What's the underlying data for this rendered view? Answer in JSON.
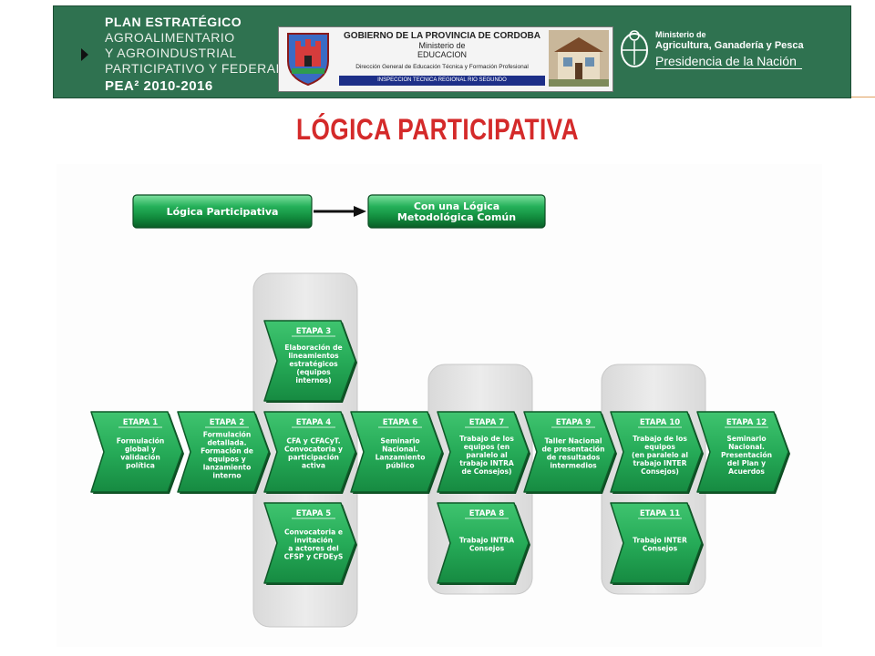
{
  "header": {
    "plan_lines": [
      "PLAN ESTRATÉGICO",
      "AGROALIMENTARIO",
      "Y AGROINDUSTRIAL",
      "PARTICIPATIVO Y FEDERAL",
      "PEA² 2010-2016"
    ],
    "gov_lines": [
      "GOBIERNO DE LA PROVINCIA DE CORDOBA",
      "Ministerio de",
      "EDUCACION",
      "Dirección General de Educación Técnica y Formación Profesional",
      "INSPECCION TECNICA REGIONAL RIO SEGUNDO"
    ],
    "ministry_lines": [
      "Ministerio de",
      "Agricultura, Ganadería y Pesca",
      "Presidencia de la Nación"
    ]
  },
  "title": "LÓGICA PARTICIPATIVA",
  "top_boxes": [
    {
      "lines": [
        "Lógica Participativa"
      ]
    },
    {
      "lines": [
        "Con una Lógica",
        "Metodológica Común"
      ]
    }
  ],
  "etapas": [
    {
      "id": "etapa-1",
      "label": "ETAPA 1",
      "lines": [
        "Formulación",
        "global y",
        "validación",
        "política"
      ]
    },
    {
      "id": "etapa-2",
      "label": "ETAPA 2",
      "lines": [
        "Formulación",
        "detallada.",
        "Formación de",
        "equipos y",
        "lanzamiento",
        "interno"
      ]
    },
    {
      "id": "etapa-3",
      "label": "ETAPA 3",
      "lines": [
        "Elaboración de",
        "lineamientos",
        "estratégicos",
        "(equipos",
        "internos)"
      ]
    },
    {
      "id": "etapa-4",
      "label": "ETAPA 4",
      "lines": [
        "CFA y CFACyT.",
        "Convocatoria y",
        "participación",
        "activa"
      ]
    },
    {
      "id": "etapa-5",
      "label": "ETAPA 5",
      "lines": [
        "Convocatoria e",
        "invitación",
        "a actores del",
        "CFSP y CFDEyS"
      ]
    },
    {
      "id": "etapa-6",
      "label": "ETAPA 6",
      "lines": [
        "Seminario",
        "Nacional.",
        "Lanzamiento",
        "público"
      ]
    },
    {
      "id": "etapa-7",
      "label": "ETAPA 7",
      "lines": [
        "Trabajo de los",
        "equipos (en",
        "paralelo al",
        "trabajo INTRA",
        "de Consejos)"
      ]
    },
    {
      "id": "etapa-8",
      "label": "ETAPA 8",
      "lines": [
        "Trabajo INTRA",
        "Consejos"
      ]
    },
    {
      "id": "etapa-9",
      "label": "ETAPA 9",
      "lines": [
        "Taller Nacional",
        "de presentación",
        "de resultados",
        "intermedios"
      ]
    },
    {
      "id": "etapa-10",
      "label": "ETAPA 10",
      "lines": [
        "Trabajo de los",
        "equipos",
        "(en paralelo al",
        "trabajo INTER",
        "Consejos)"
      ]
    },
    {
      "id": "etapa-11",
      "label": "ETAPA 11",
      "lines": [
        "Trabajo INTER",
        "Consejos"
      ]
    },
    {
      "id": "etapa-12",
      "label": "ETAPA 12",
      "lines": [
        "Seminario",
        "Nacional.",
        "Presentación",
        "del Plan y",
        "Acuerdos"
      ]
    }
  ],
  "colors": {
    "banner": "#2f7250",
    "title": "#d42a2a",
    "chevron_fill": "#2fb35f",
    "chevron_dark": "#147a3b",
    "column_bg": "#e3e3e3"
  }
}
